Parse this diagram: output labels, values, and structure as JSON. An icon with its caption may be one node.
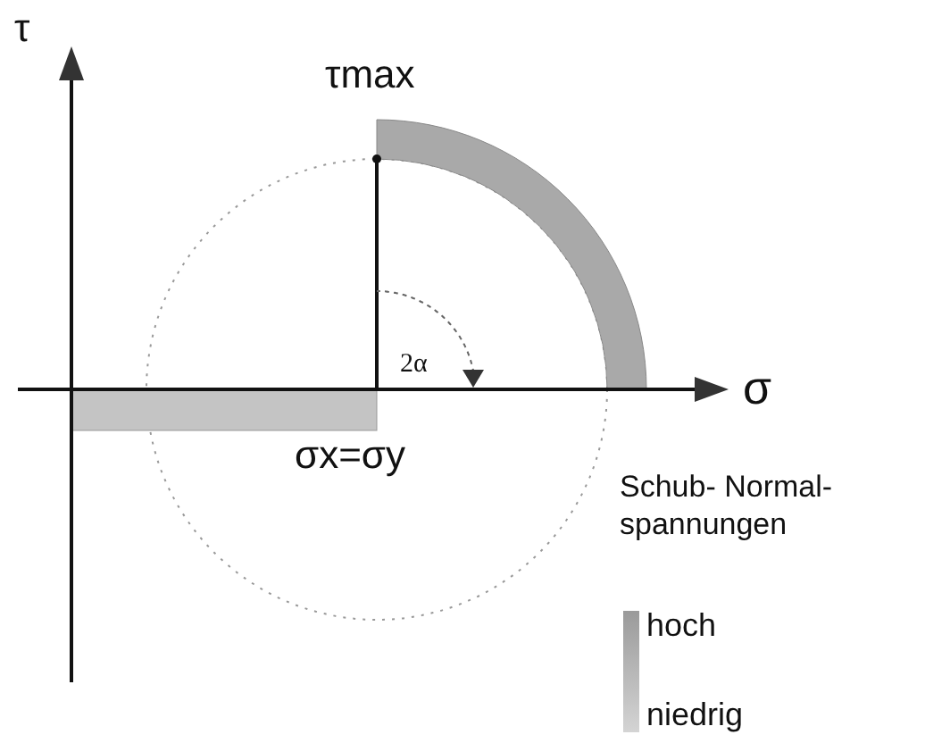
{
  "diagram": {
    "labels": [
      "τ",
      "τmax",
      "2α",
      "σ",
      "σx=σy",
      "Schub- Normal-spannungen"
    ],
    "legend": [
      {
        "text": "hoch"
      },
      {
        "text": "niedrig"
      }
    ]
  }
}
